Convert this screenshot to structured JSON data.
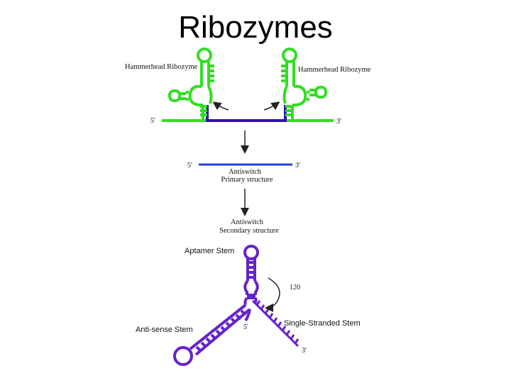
{
  "title": "Ribozymes",
  "colors": {
    "ribozyme_green": "#33dd22",
    "strand_purple": "#3311aa",
    "strand_blue": "#2244cc",
    "aptamer_violet": "#6622cc",
    "arrow": "#222222"
  },
  "top": {
    "ribozyme_left_label": "Hammerhead Ribozyme",
    "ribozyme_right_label": "Hammerhead Ribozyme",
    "five_prime": "5'",
    "three_prime": "3'"
  },
  "primary": {
    "five_prime": "5'",
    "three_prime": "3'",
    "label_line1": "Antiswitch",
    "label_line2": "Primary structure"
  },
  "secondary": {
    "label_line1": "Antiswitch",
    "label_line2": "Secondary structure"
  },
  "bottom": {
    "aptamer_stem": "Aptamer Stem",
    "angle": "120",
    "single_stranded_stem": "Single-Stranded Stem",
    "anti_sense_stem": "Anti-sense Stem",
    "five_prime": "5'",
    "three_prime": "3'"
  }
}
